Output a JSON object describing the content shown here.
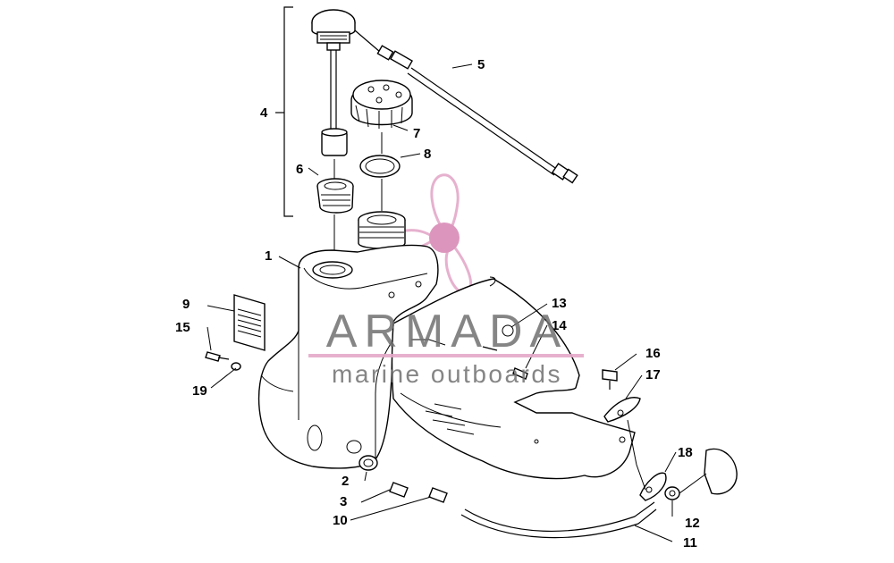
{
  "brand": {
    "name": "ARMADA",
    "tagline": "marine outboards",
    "color_text": "#707070",
    "color_logo": "#e4a9c9",
    "color_logo_center": "#d98bb6"
  },
  "callouts": [
    "1",
    "2",
    "3",
    "4",
    "5",
    "6",
    "7",
    "8",
    "9",
    "10",
    "11",
    "12",
    "13",
    "14",
    "15",
    "16",
    "17",
    "18",
    "19"
  ]
}
